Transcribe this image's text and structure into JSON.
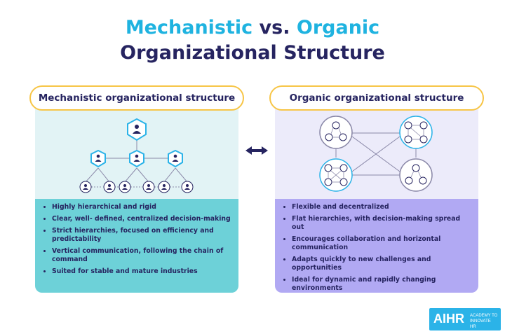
{
  "title": {
    "line1_part1": "Mechanistic",
    "line1_part2": " vs. ",
    "line1_part3": "Organic",
    "line2": "Organizational Structure"
  },
  "left": {
    "heading": "Mechanistic organizational structure",
    "bullets": [
      "Highly hierarchical and rigid",
      "Clear, well- defined, centralized decision-making",
      "Strict hierarchies, focused on efficiency and predictability",
      "Vertical communication, following the chain of command",
      "Suited for stable and mature industries"
    ]
  },
  "right": {
    "heading": "Organic organizational structure",
    "bullets": [
      "Flexible and decentralized",
      "Flat hierarchies, with decision-making spread out",
      "Encourages collaboration and horizontal communication",
      "Adapts quickly to new challenges and opportunities",
      "Ideal for dynamic and rapidly changing environments"
    ]
  },
  "logo": {
    "name": "AIHR",
    "tagline": "ACADEMY TO INNOVATE HR"
  },
  "colors": {
    "navy": "#262460",
    "accent_blue": "#1fb3e0",
    "teal_panel": "#6dd1d8",
    "purple_panel": "#b1a9f3",
    "pill_border": "#f7c546"
  }
}
